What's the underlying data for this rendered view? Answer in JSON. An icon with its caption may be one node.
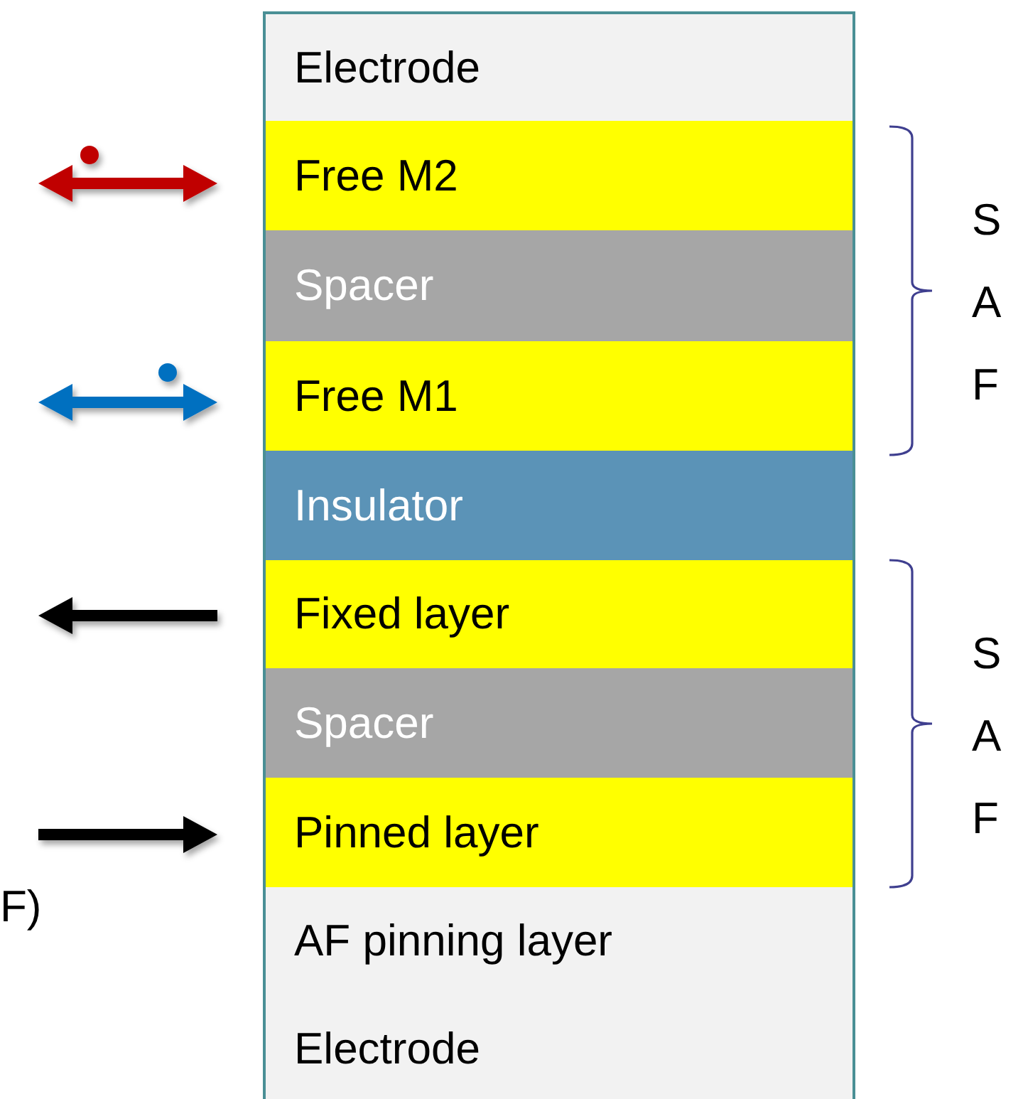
{
  "diagram": {
    "nodes": [
      {
        "text": [
          "Electrode"
        ]
      },
      {
        "text": [
          "Free M2"
        ]
      },
      {
        "text": [
          "Spacer"
        ]
      },
      {
        "text": [
          "Free M1"
        ]
      },
      {
        "text": [
          "Insulator"
        ]
      },
      {
        "text": [
          "Fixed layer"
        ]
      },
      {
        "text": [
          "Spacer"
        ]
      },
      {
        "text": [
          "Pinned layer"
        ]
      },
      {
        "text": [
          "AF pinning layer"
        ]
      },
      {
        "text": [
          "Electrode"
        ]
      }
    ],
    "labels": [
      "SAF",
      "SAF",
      "F)"
    ]
  }
}
